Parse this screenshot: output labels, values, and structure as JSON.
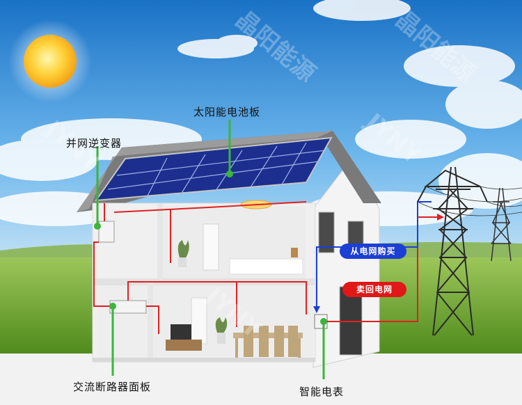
{
  "labels": {
    "solar_panel": "太阳能电池板",
    "inverter": "并网逆变器",
    "breaker_panel": "交流断路器面板",
    "smart_meter": "智能电表"
  },
  "badges": {
    "buy_from_grid": "从电网购买",
    "sell_to_grid": "卖回电网"
  },
  "watermark": {
    "text_cn": "晶阳能源",
    "text_en": "JYNY"
  },
  "colors": {
    "sky_top": "#1e7fd0",
    "grass": "#6aa22a",
    "leader_line": "#3bb53b",
    "wire_red": "#e02020",
    "wire_blue": "#1a3fd8",
    "badge_blue": "#1c3fd6",
    "badge_red": "#e01818",
    "panel_blue": "#1c2f8f"
  }
}
